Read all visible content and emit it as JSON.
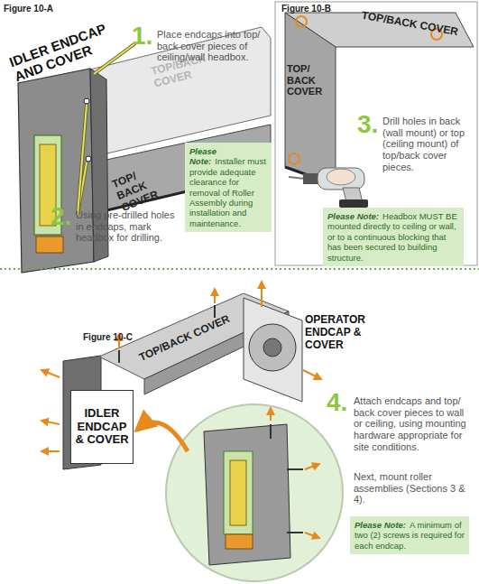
{
  "diagram": {
    "nodes": [
      {
        "text": [
          "Please Note:",
          "Installer must provide adequate clearance for removal of Roller Assembly during installation and maintenance."
        ]
      },
      {
        "text": [
          "Please Note:",
          "Headbox MUST BE mounted directly to ceiling or wall, or to a continuous blocking that has been secured to building structure."
        ]
      },
      {
        "text": [
          "IDLER ENDCAP & COVER"
        ]
      },
      {
        "text": [
          "Please Note:",
          "A minimum of two (2) screws is required for each endcap."
        ]
      }
    ],
    "labels": [
      "Figure 10-A",
      "IDLER ENDCAP AND COVER",
      "TOP/BACK COVER",
      "TOP/ BACK COVER",
      "1.",
      "Place endcaps into top/ back cover pieces of ceiling/wall headbox.",
      "2.",
      "Using pre-drilled holes in endcaps, mark headbox for drilling.",
      "Figure 10-B",
      "TOP/BACK COVER",
      "TOP/ BACK COVER",
      "3.",
      "Drill holes in back (wall mount) or top (ceiling mount) of top/back cover pieces.",
      "Figure 10-C",
      "TOP/BACK COVER",
      "OPERATOR ENDCAP & COVER",
      "4.",
      "Attach endcaps and top/ back cover pieces to wall or ceiling, using mounting hardware appropriate for site conditions.",
      "Next, mount roller assemblies (Sections 3 & 4)."
    ]
  }
}
